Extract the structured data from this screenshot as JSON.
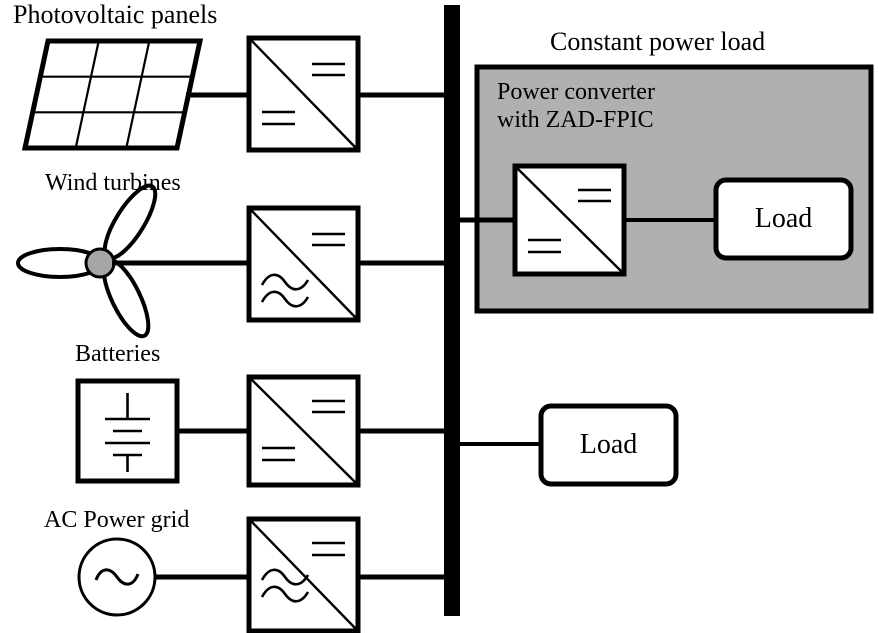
{
  "diagram": {
    "title": "Hybrid microgrid with DC bus and constant power load",
    "type": "electrical-block-diagram",
    "background_color": "#ffffff",
    "line_color": "#000000",
    "panel_fill_color": "#b0b0b0",
    "hub_fill_color": "#a6a6a6"
  },
  "labels": {
    "photovoltaic": "Photovoltaic panels",
    "wind": "Wind turbines",
    "batteries": "Batteries",
    "ac_grid": "AC Power grid",
    "constant_power_load": "Constant power load",
    "power_converter_line1": "Power converter",
    "power_converter_line2": "with ZAD-FPIC",
    "load_inner": "Load",
    "load_bus": "Load"
  },
  "sources": [
    {
      "id": "pv",
      "label": "Photovoltaic panels",
      "symbol": "pv-array-icon",
      "converter": {
        "input": "DC",
        "output": "DC",
        "symbol": "dc-dc-converter-icon"
      }
    },
    {
      "id": "wind",
      "label": "Wind turbines",
      "symbol": "wind-turbine-icon",
      "converter": {
        "input": "AC",
        "output": "DC",
        "symbol": "ac-dc-converter-icon"
      }
    },
    {
      "id": "battery",
      "label": "Batteries",
      "symbol": "battery-cell-icon",
      "converter": {
        "input": "DC",
        "output": "DC",
        "symbol": "dc-dc-converter-icon"
      }
    },
    {
      "id": "grid",
      "label": "AC Power grid",
      "symbol": "ac-source-icon",
      "converter": {
        "input": "AC",
        "output": "DC",
        "symbol": "ac-dc-converter-icon"
      }
    }
  ],
  "bus": {
    "name": "dc-bus",
    "orientation": "vertical",
    "color": "#000000"
  },
  "loads": [
    {
      "id": "cpl",
      "group_title": "Constant power load",
      "inner_block_title": "Power converter with ZAD-FPIC",
      "converter": {
        "input": "DC",
        "output": "DC",
        "symbol": "dc-dc-converter-icon"
      },
      "load_label": "Load"
    },
    {
      "id": "resistive",
      "load_label": "Load"
    }
  ],
  "symbol_legend": {
    "dc": "two parallel horizontal bars",
    "ac": "sine wave"
  }
}
